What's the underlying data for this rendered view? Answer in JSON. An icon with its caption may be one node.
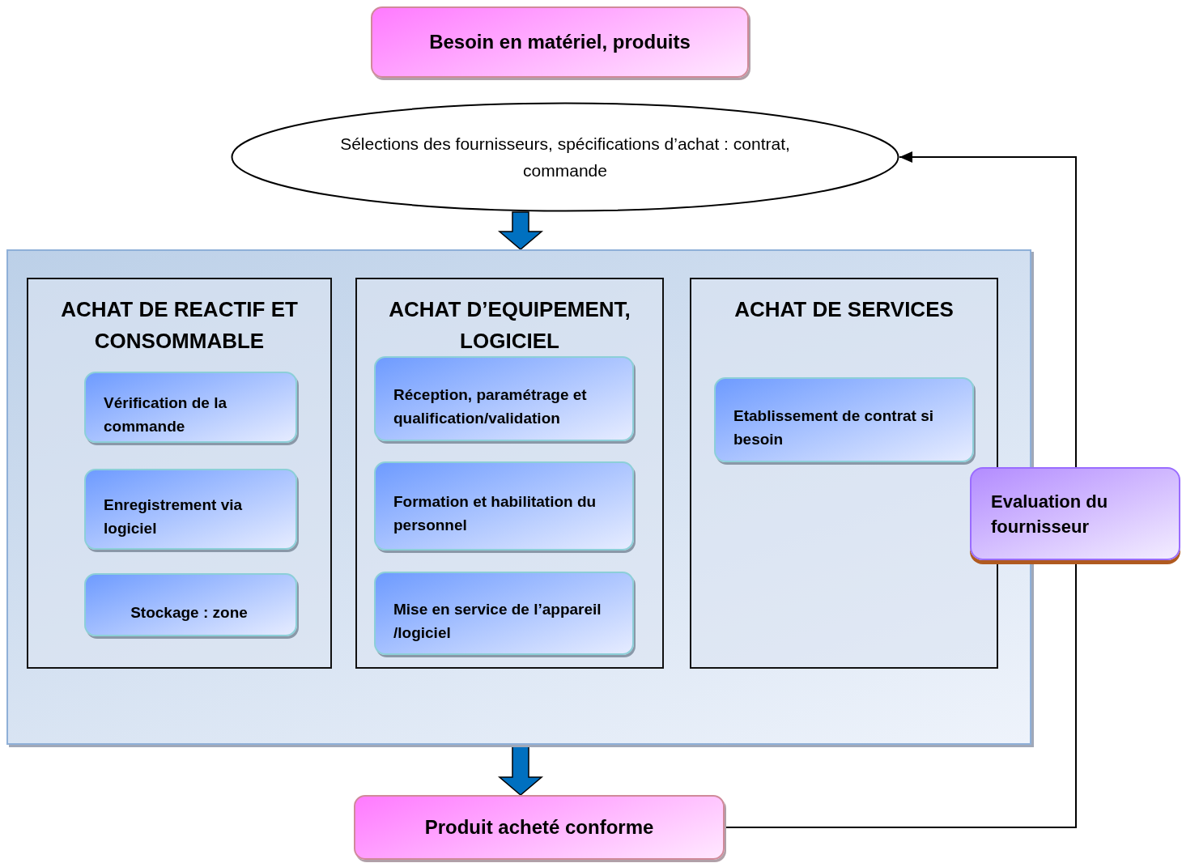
{
  "diagram": {
    "nodes": [
      {
        "text": [
          "Besoin en matériel, produits"
        ]
      },
      {
        "text": [
          "Sélections des fournisseurs, spécifications d’achat : contrat, commande"
        ]
      },
      {
        "text": [],
        "shape": "box"
      },
      {
        "text": [
          "ACHAT DE REACTIF ET CONSOMMABLE"
        ],
        "in": 2
      },
      {
        "text": [
          "Vérification de la commande"
        ],
        "in": 3
      },
      {
        "text": [
          "Enregistrement via logiciel"
        ],
        "in": 3
      },
      {
        "text": [
          "Stockage : zone"
        ],
        "in": 3
      },
      {
        "text": [
          "ACHAT D’EQUIPEMENT, LOGICIEL"
        ],
        "in": 2
      },
      {
        "text": [
          "Réception, paramétrage et qualification/validation"
        ],
        "in": 7
      },
      {
        "text": [
          "Formation et habilitation du personnel"
        ],
        "in": 7
      },
      {
        "text": [
          "Mise en service de l’appareil /logiciel"
        ],
        "in": 7
      },
      {
        "text": [
          "ACHAT DE SERVICES"
        ],
        "in": 2
      },
      {
        "text": [
          "Etablissement de contrat si besoin"
        ],
        "in": 11
      },
      {
        "text": [
          "Evaluation du fournisseur"
        ]
      },
      {
        "text": [
          "Produit acheté conforme"
        ]
      }
    ],
    "edges": [
      {
        "from": 1,
        "to": 2,
        "arrow": "to",
        "style": "thick",
        "color": "#0070c0"
      },
      {
        "from": 2,
        "to": 14,
        "arrow": "to",
        "style": "thick",
        "color": "#0070c0"
      },
      {
        "from": 14,
        "to": 13,
        "arrow": "none",
        "color": "#000000"
      },
      {
        "from": 13,
        "to": 1,
        "arrow": "to",
        "color": "#000000"
      }
    ]
  }
}
